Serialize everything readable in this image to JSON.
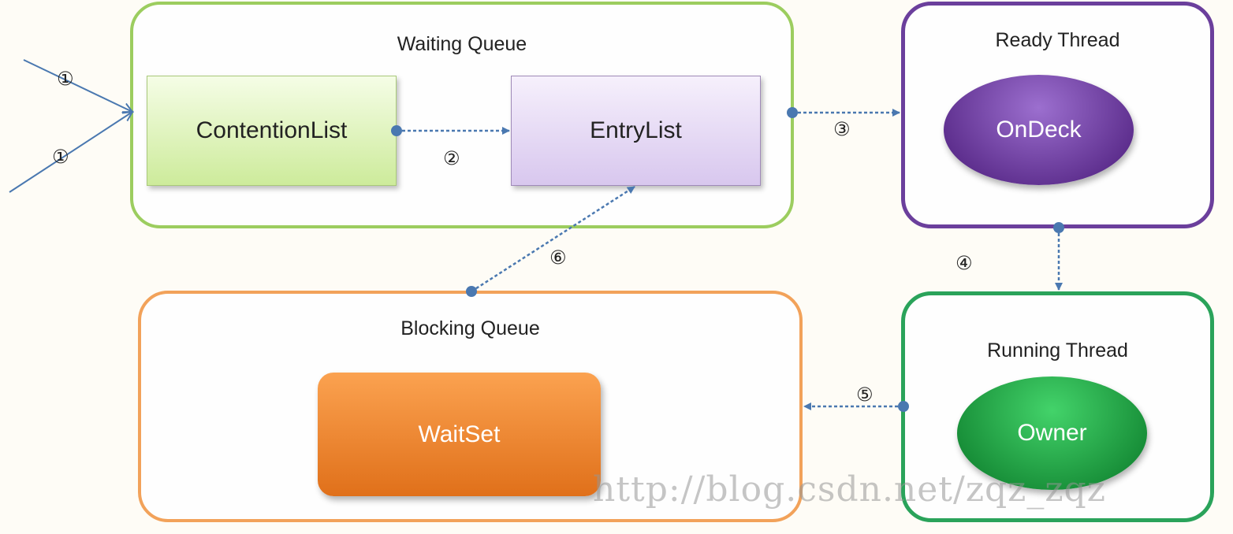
{
  "groups": {
    "waiting_queue": "Waiting Queue",
    "ready_thread": "Ready Thread",
    "blocking_queue": "Blocking Queue",
    "running_thread": "Running Thread"
  },
  "nodes": {
    "contention_list": "ContentionList",
    "entry_list": "EntryList",
    "on_deck": "OnDeck",
    "wait_set": "WaitSet",
    "owner": "Owner"
  },
  "steps": {
    "s1a": "①",
    "s1b": "①",
    "s2": "②",
    "s3": "③",
    "s4": "④",
    "s5": "⑤",
    "s6": "⑥"
  },
  "colors": {
    "waiting_border": "#9ccd5f",
    "ready_border": "#6b3f9c",
    "blocking_border": "#f2a25a",
    "running_border": "#2aa35a",
    "connector": "#4a78b0"
  },
  "watermark": "http://blog.csdn.net/zqz_zqz"
}
